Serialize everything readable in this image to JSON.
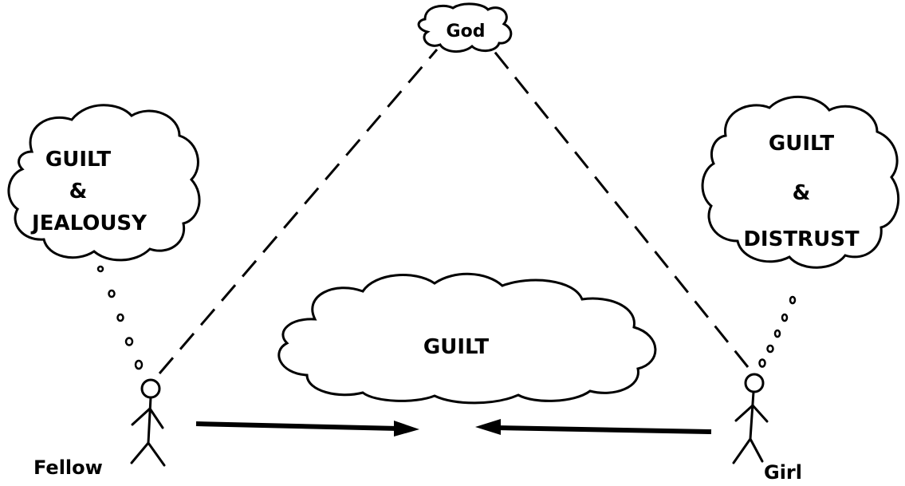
{
  "diagram": {
    "god_label": "God",
    "fellow": {
      "name": "Fellow",
      "thought_line1": "GUILT",
      "thought_line2": "&",
      "thought_line3": "JEALOUSY"
    },
    "girl": {
      "name": "Girl",
      "thought_line1": "GUILT",
      "thought_line2": "&",
      "thought_line3": "DISTRUST"
    },
    "center_cloud_label": "GUILT"
  },
  "colors": {
    "ink": "#000000",
    "background": "#ffffff"
  }
}
